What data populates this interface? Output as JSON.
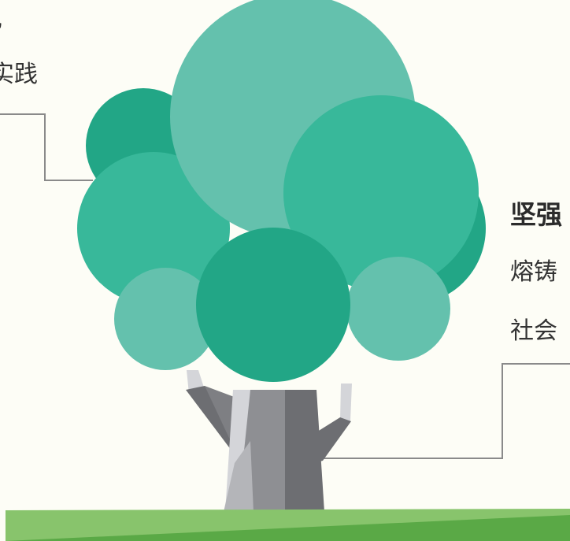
{
  "left_block": {
    "title": "观",
    "subtitle": "实践"
  },
  "right_block": {
    "title": "坚强",
    "line1": "熔铸",
    "line2": "社会"
  },
  "colors": {
    "background": "#fdfdf6",
    "canopy_dark": "#22a686",
    "canopy_mid": "#38b89a",
    "canopy_light": "#64c1ad",
    "trunk_dark": "#6d6e72",
    "trunk_mid": "#8e8f93",
    "trunk_light": "#d4d5d9",
    "ground_light": "#88c46c",
    "ground_dark": "#5aa946",
    "connector_line": "#8a8a8a"
  }
}
